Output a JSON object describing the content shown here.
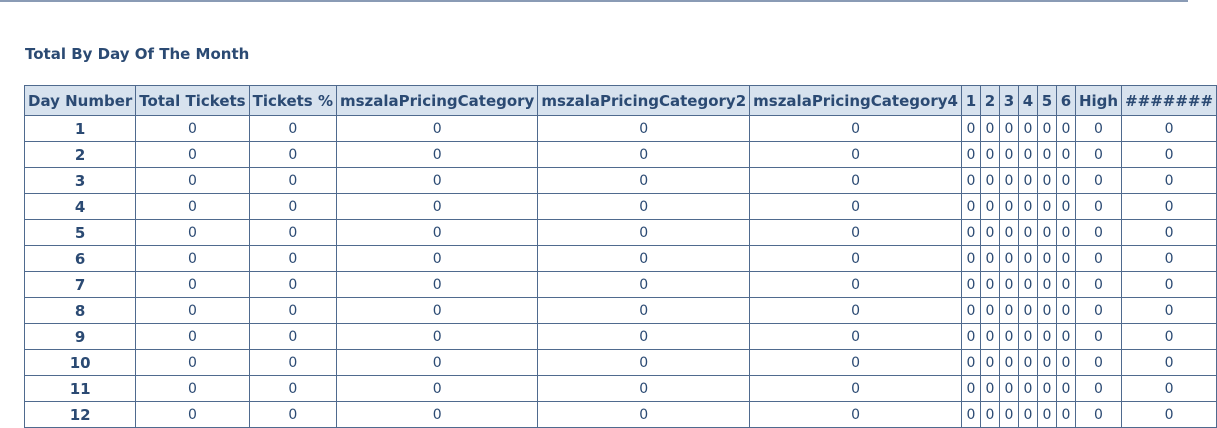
{
  "report": {
    "title": "Total By Day Of The Month",
    "columns": [
      "Day Number",
      "Total Tickets",
      "Tickets %",
      "mszalaPricingCategory",
      "mszalaPricingCategory2",
      "mszalaPricingCategory4",
      "1",
      "2",
      "3",
      "4",
      "5",
      "6",
      "High",
      "#######"
    ],
    "rows": [
      [
        "1",
        "0",
        "0",
        "0",
        "0",
        "0",
        "0",
        "0",
        "0",
        "0",
        "0",
        "0",
        "0",
        "0"
      ],
      [
        "2",
        "0",
        "0",
        "0",
        "0",
        "0",
        "0",
        "0",
        "0",
        "0",
        "0",
        "0",
        "0",
        "0"
      ],
      [
        "3",
        "0",
        "0",
        "0",
        "0",
        "0",
        "0",
        "0",
        "0",
        "0",
        "0",
        "0",
        "0",
        "0"
      ],
      [
        "4",
        "0",
        "0",
        "0",
        "0",
        "0",
        "0",
        "0",
        "0",
        "0",
        "0",
        "0",
        "0",
        "0"
      ],
      [
        "5",
        "0",
        "0",
        "0",
        "0",
        "0",
        "0",
        "0",
        "0",
        "0",
        "0",
        "0",
        "0",
        "0"
      ],
      [
        "6",
        "0",
        "0",
        "0",
        "0",
        "0",
        "0",
        "0",
        "0",
        "0",
        "0",
        "0",
        "0",
        "0"
      ],
      [
        "7",
        "0",
        "0",
        "0",
        "0",
        "0",
        "0",
        "0",
        "0",
        "0",
        "0",
        "0",
        "0",
        "0"
      ],
      [
        "8",
        "0",
        "0",
        "0",
        "0",
        "0",
        "0",
        "0",
        "0",
        "0",
        "0",
        "0",
        "0",
        "0"
      ],
      [
        "9",
        "0",
        "0",
        "0",
        "0",
        "0",
        "0",
        "0",
        "0",
        "0",
        "0",
        "0",
        "0",
        "0"
      ],
      [
        "10",
        "0",
        "0",
        "0",
        "0",
        "0",
        "0",
        "0",
        "0",
        "0",
        "0",
        "0",
        "0",
        "0"
      ],
      [
        "11",
        "0",
        "0",
        "0",
        "0",
        "0",
        "0",
        "0",
        "0",
        "0",
        "0",
        "0",
        "0",
        "0"
      ],
      [
        "12",
        "0",
        "0",
        "0",
        "0",
        "0",
        "0",
        "0",
        "0",
        "0",
        "0",
        "0",
        "0",
        "0"
      ]
    ]
  },
  "colors": {
    "header_bg": "#d7e2ee",
    "text": "#2b4a73",
    "border": "#4f6a8e"
  }
}
